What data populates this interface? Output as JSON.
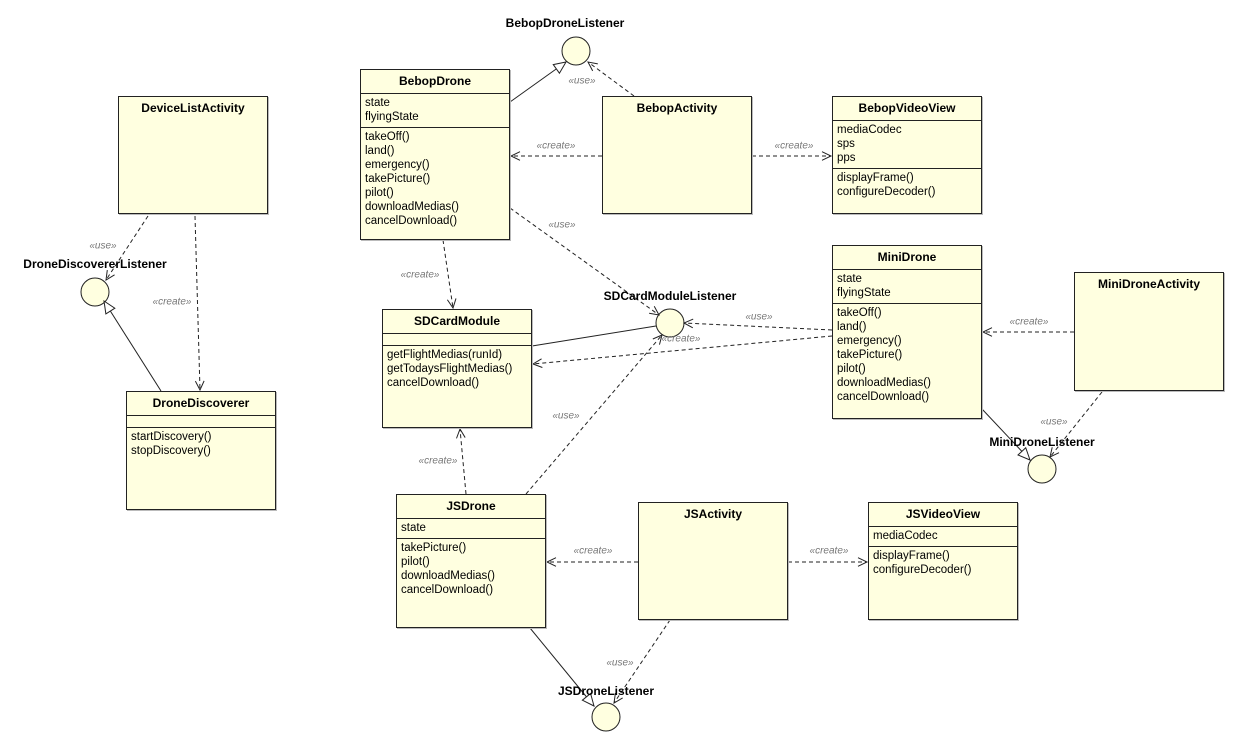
{
  "classes": [
    {
      "id": "DeviceListActivity",
      "name": "DeviceListActivity",
      "attributes": [],
      "operations": []
    },
    {
      "id": "DroneDiscoverer",
      "name": "DroneDiscoverer",
      "attributes": [],
      "operations": [
        "startDiscovery()",
        "stopDiscovery()"
      ]
    },
    {
      "id": "BebopDrone",
      "name": "BebopDrone",
      "attributes": [
        "state",
        "flyingState"
      ],
      "operations": [
        "takeOff()",
        "land()",
        "emergency()",
        "takePicture()",
        "pilot()",
        "downloadMedias()",
        "cancelDownload()"
      ]
    },
    {
      "id": "BebopActivity",
      "name": "BebopActivity",
      "attributes": [],
      "operations": []
    },
    {
      "id": "BebopVideoView",
      "name": "BebopVideoView",
      "attributes": [
        "mediaCodec",
        "sps",
        "pps"
      ],
      "operations": [
        "displayFrame()",
        "configureDecoder()"
      ]
    },
    {
      "id": "SDCardModule",
      "name": "SDCardModule",
      "attributes": [],
      "operations": [
        "getFlightMedias(runId)",
        "getTodaysFlightMedias()",
        "cancelDownload()"
      ]
    },
    {
      "id": "MiniDrone",
      "name": "MiniDrone",
      "attributes": [
        "state",
        "flyingState"
      ],
      "operations": [
        "takeOff()",
        "land()",
        "emergency()",
        "takePicture()",
        "pilot()",
        "downloadMedias()",
        "cancelDownload()"
      ]
    },
    {
      "id": "MiniDroneActivity",
      "name": "MiniDroneActivity",
      "attributes": [],
      "operations": []
    },
    {
      "id": "JSDrone",
      "name": "JSDrone",
      "attributes": [
        "state"
      ],
      "operations": [
        "takePicture()",
        "pilot()",
        "downloadMedias()",
        "cancelDownload()"
      ]
    },
    {
      "id": "JSActivity",
      "name": "JSActivity",
      "attributes": [],
      "operations": []
    },
    {
      "id": "JSVideoView",
      "name": "JSVideoView",
      "attributes": [
        "mediaCodec"
      ],
      "operations": [
        "displayFrame()",
        "configureDecoder()"
      ]
    }
  ],
  "interfaces": [
    {
      "id": "BebopDroneListener",
      "name": "BebopDroneListener"
    },
    {
      "id": "DroneDiscovererListener",
      "name": "DroneDiscovererListener"
    },
    {
      "id": "SDCardModuleListener",
      "name": "SDCardModuleListener"
    },
    {
      "id": "MiniDroneListener",
      "name": "MiniDroneListener"
    },
    {
      "id": "JSDroneListener",
      "name": "JSDroneListener"
    }
  ],
  "relations": [
    {
      "id": "r1",
      "from": "BebopDrone",
      "to": "BebopDroneListener",
      "kind": "realization",
      "label": ""
    },
    {
      "id": "r2",
      "from": "BebopActivity",
      "to": "BebopDroneListener",
      "kind": "dependency",
      "label": "«use»"
    },
    {
      "id": "r3",
      "from": "BebopActivity",
      "to": "BebopDrone",
      "kind": "dependency",
      "label": "«create»"
    },
    {
      "id": "r4",
      "from": "BebopActivity",
      "to": "BebopVideoView",
      "kind": "dependency",
      "label": "«create»"
    },
    {
      "id": "r5",
      "from": "DeviceListActivity",
      "to": "DroneDiscovererListener",
      "kind": "dependency",
      "label": "«use»"
    },
    {
      "id": "r6",
      "from": "DeviceListActivity",
      "to": "DroneDiscoverer",
      "kind": "dependency",
      "label": "«create»"
    },
    {
      "id": "r7",
      "from": "DroneDiscoverer",
      "to": "DroneDiscovererListener",
      "kind": "realization",
      "label": ""
    },
    {
      "id": "r8",
      "from": "BebopDrone",
      "to": "SDCardModule",
      "kind": "dependency",
      "label": "«create»"
    },
    {
      "id": "r9",
      "from": "BebopDrone",
      "to": "SDCardModuleListener",
      "kind": "dependency",
      "label": "«use»"
    },
    {
      "id": "r10",
      "from": "SDCardModule",
      "to": "SDCardModuleListener",
      "kind": "association",
      "label": ""
    },
    {
      "id": "r11",
      "from": "MiniDrone",
      "to": "SDCardModuleListener",
      "kind": "dependency",
      "label": "«use»"
    },
    {
      "id": "r12",
      "from": "MiniDrone",
      "to": "SDCardModule",
      "kind": "dependency",
      "label": "«create»"
    },
    {
      "id": "r13",
      "from": "MiniDroneActivity",
      "to": "MiniDrone",
      "kind": "dependency",
      "label": "«create»"
    },
    {
      "id": "r14",
      "from": "MiniDrone",
      "to": "MiniDroneListener",
      "kind": "realization",
      "label": ""
    },
    {
      "id": "r15",
      "from": "MiniDroneActivity",
      "to": "MiniDroneListener",
      "kind": "dependency",
      "label": "«use»"
    },
    {
      "id": "r16",
      "from": "JSDrone",
      "to": "SDCardModule",
      "kind": "dependency",
      "label": "«create»"
    },
    {
      "id": "r17",
      "from": "JSDrone",
      "to": "SDCardModuleListener",
      "kind": "dependency",
      "label": "«use»"
    },
    {
      "id": "r18",
      "from": "JSActivity",
      "to": "JSDrone",
      "kind": "dependency",
      "label": "«create»"
    },
    {
      "id": "r19",
      "from": "JSActivity",
      "to": "JSVideoView",
      "kind": "dependency",
      "label": "«create»"
    },
    {
      "id": "r20",
      "from": "JSDrone",
      "to": "JSDroneListener",
      "kind": "realization",
      "label": ""
    },
    {
      "id": "r21",
      "from": "JSActivity",
      "to": "JSDroneListener",
      "kind": "dependency",
      "label": "«use»"
    }
  ],
  "colors": {
    "class_fill": "#ffffe0",
    "line": "#222222",
    "stereotype_text": "#777777"
  }
}
